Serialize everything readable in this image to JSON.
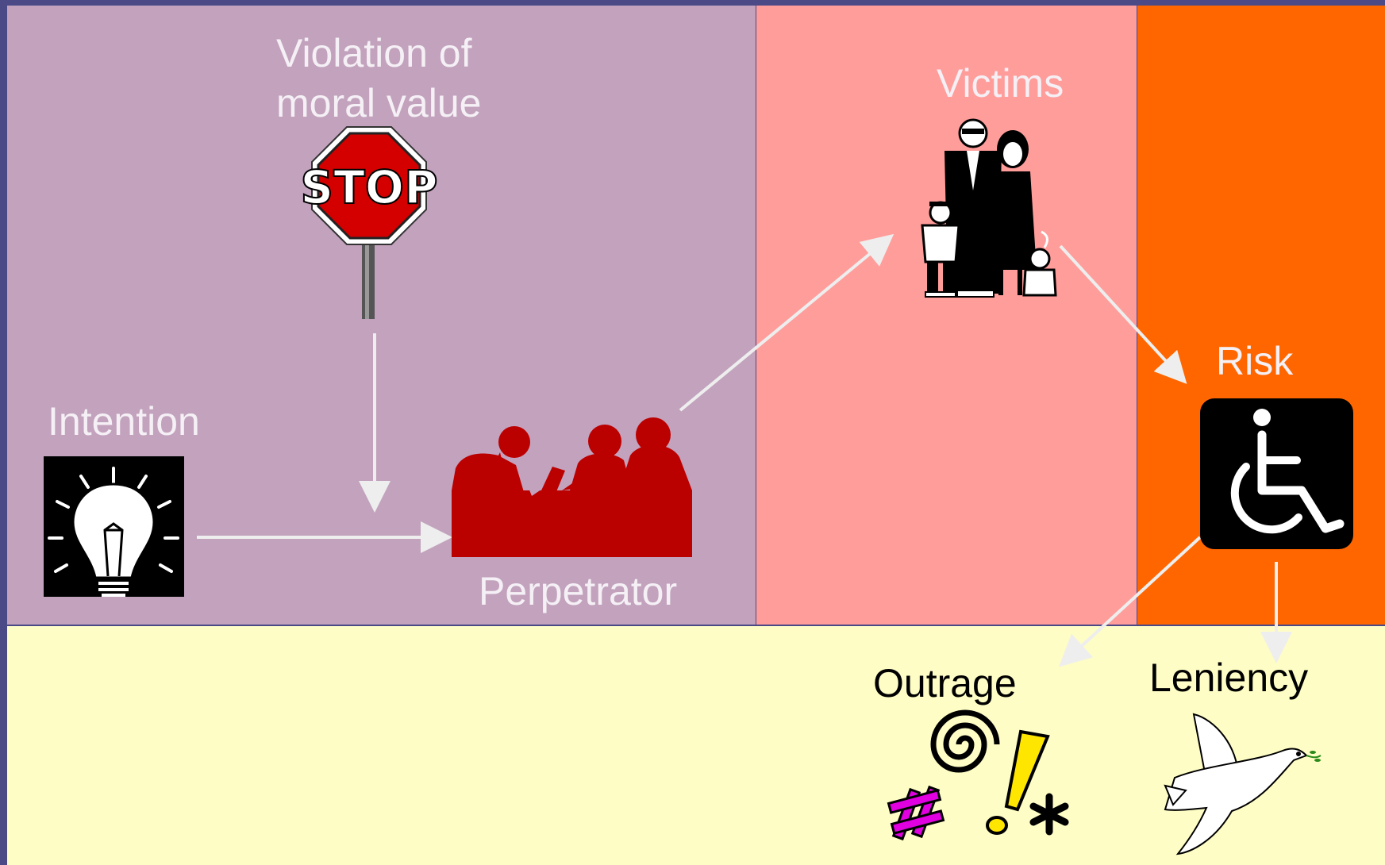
{
  "labels": {
    "violation_line1": "Violation of",
    "violation_line2": "moral value",
    "intention": "Intention",
    "perpetrator": "Perpetrator",
    "victims": "Victims",
    "risk": "Risk",
    "outrage": "Outrage",
    "leniency": "Leniency",
    "stop_sign": "STOP"
  },
  "colors": {
    "background_edge": "#4b4a86",
    "perpetrator_region": "#c2a2bd",
    "victims_region": "#ff9d9b",
    "risk_region": "#ff6600",
    "outcome_region": "#fefdc6",
    "light_text": "#f5f0f5",
    "arrow": "#eeeeee",
    "perpetrator_silhouette": "#bb0000",
    "stop_red": "#d40000",
    "outrage_magenta": "#e000e0",
    "outrage_yellow": "#ffe600"
  },
  "icons": [
    "stop-sign-icon",
    "lightbulb-icon",
    "perpetrator-group-icon",
    "family-icon",
    "wheelchair-icon",
    "outrage-symbols-icon",
    "dove-icon"
  ]
}
